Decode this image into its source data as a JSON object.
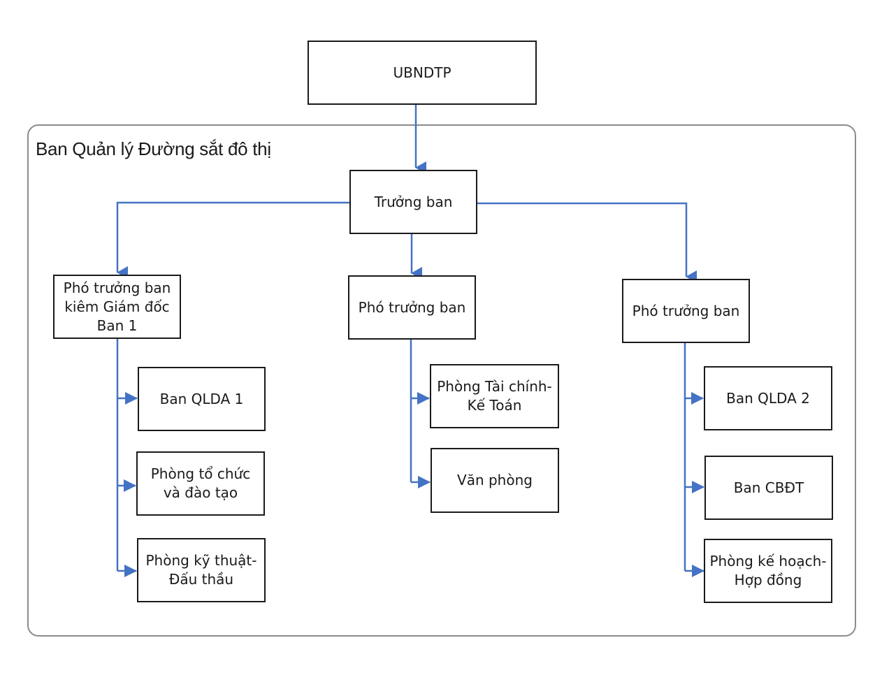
{
  "frame": {
    "title": "Ban Quản lý Đường sắt đô thị"
  },
  "nodes": {
    "ubndtp": "UBNDTP",
    "truong_ban": "Trưởng ban",
    "pho_truong_ban_1": "Phó trưởng ban kiêm Giám đốc Ban 1",
    "pho_truong_ban_2": "Phó trưởng ban",
    "pho_truong_ban_3": "Phó trưởng ban",
    "ban_qlda_1": "Ban QLDA 1",
    "phong_to_chuc": "Phòng tổ chức và đào tạo",
    "phong_ky_thuat": "Phòng kỹ thuật-Đấu thầu",
    "phong_tai_chinh": "Phòng Tài chính-Kế Toán",
    "van_phong": "Văn phòng",
    "ban_qlda_2": "Ban QLDA 2",
    "ban_cbdt": "Ban CBĐT",
    "phong_ke_hoach": "Phòng kế hoạch-Hợp đồng"
  },
  "colors": {
    "connector": "#4472c4",
    "box_border": "#1a1a1a",
    "frame_border": "#8c8c8c"
  }
}
